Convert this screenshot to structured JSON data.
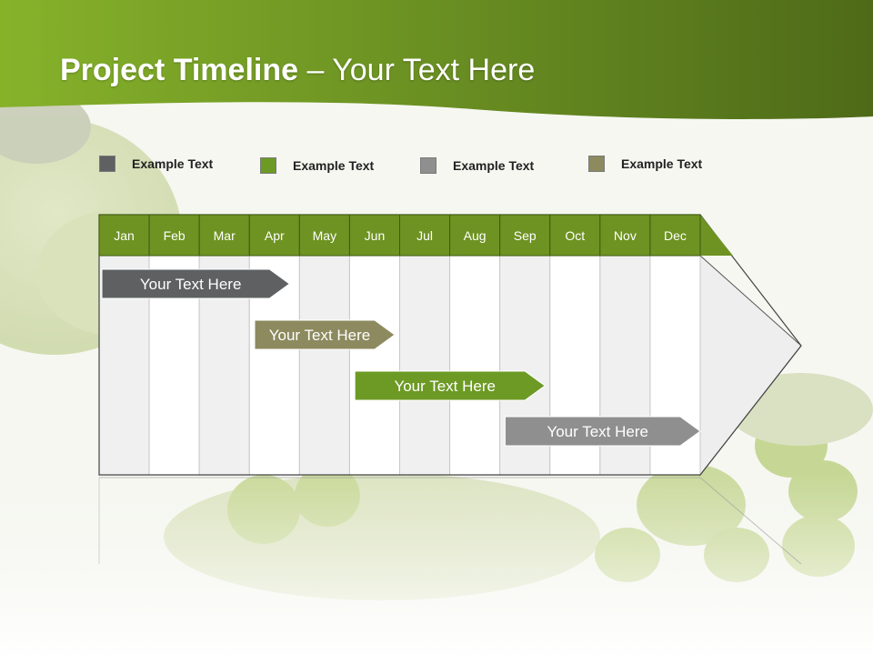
{
  "title": {
    "bold": "Project Timeline",
    "rest": " – Your Text Here"
  },
  "colors": {
    "header_green": "#6e9322",
    "dark_gray": "#5f6062",
    "olive": "#8c8a5e",
    "green": "#6c9a24",
    "light_gray": "#8f8f8f"
  },
  "legend": [
    {
      "label": "Example Text",
      "color": "#5f6062"
    },
    {
      "label": "Example Text",
      "color": "#6c9a24"
    },
    {
      "label": "Example Text",
      "color": "#8f8f8f"
    },
    {
      "label": "Example Text",
      "color": "#8c8a5e"
    }
  ],
  "months": [
    "Jan",
    "Feb",
    "Mar",
    "Apr",
    "May",
    "Jun",
    "Jul",
    "Aug",
    "Sep",
    "Oct",
    "Nov",
    "Dec"
  ],
  "tasks": [
    {
      "label": "Your  Text Here",
      "start": 0,
      "end": 3.8,
      "color": "#5f6062"
    },
    {
      "label": "Your  Text Here",
      "start": 3.05,
      "end": 5.9,
      "color": "#8c8a5e"
    },
    {
      "label": "Your  Text Here",
      "start": 5.05,
      "end": 8.9,
      "color": "#6c9a24"
    },
    {
      "label": "Your  Text Here",
      "start": 8.05,
      "end": 12,
      "color": "#8f8f8f"
    }
  ]
}
